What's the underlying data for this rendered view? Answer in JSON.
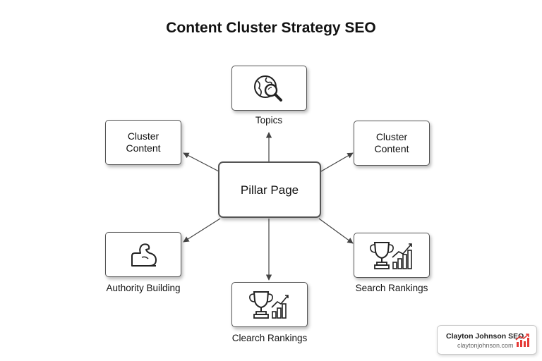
{
  "title": "Content Cluster Strategy SEO",
  "center": {
    "label": "Pillar Page"
  },
  "nodes": {
    "top": {
      "caption": "Topics",
      "icon": "globe-magnifier-icon"
    },
    "top_left": {
      "label_line1": "Cluster",
      "label_line2": "Content"
    },
    "top_right": {
      "label_line1": "Cluster",
      "label_line2": "Content"
    },
    "bottom_left": {
      "caption": "Authority Building",
      "icon": "flexed-arm-icon"
    },
    "bottom": {
      "caption": "Clearch Rankings",
      "icon": "trophy-chart-icon"
    },
    "bottom_right": {
      "caption": "Search Rankings",
      "icon": "trophy-chart-icon"
    }
  },
  "badge": {
    "name": "Clayton Johnson SEO",
    "url": "claytonjohnson.com",
    "icon": "bar-chart-trend-icon",
    "accent": "#e53935"
  },
  "colors": {
    "line": "#444444",
    "border": "#555555"
  }
}
